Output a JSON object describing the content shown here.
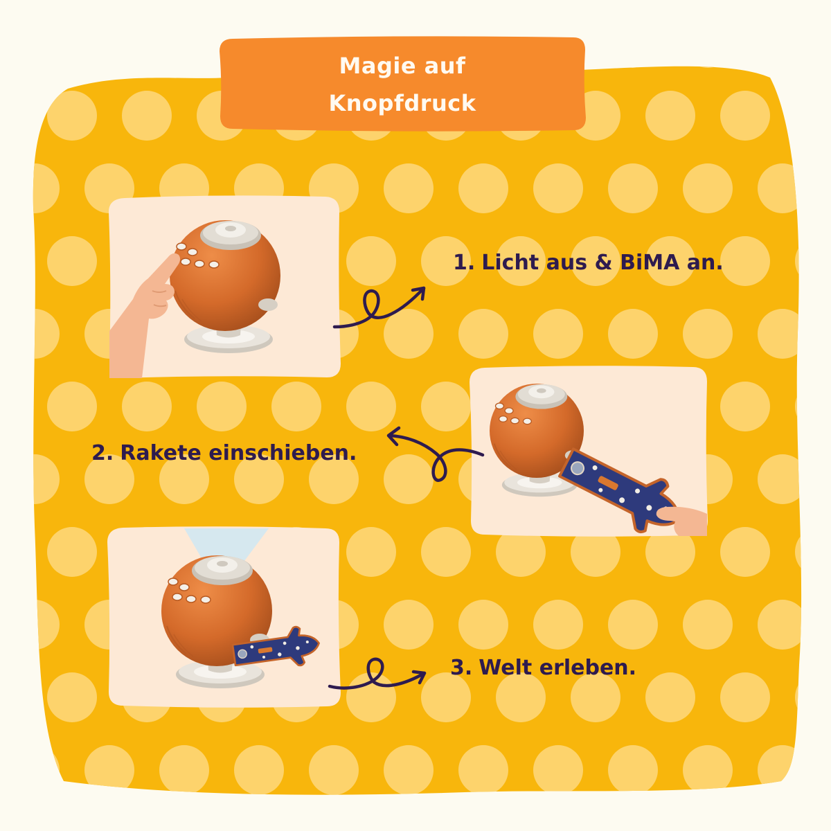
{
  "banner": {
    "line1": "Magie auf",
    "line2": "Knopfdruck"
  },
  "steps": [
    {
      "number": "1.",
      "label": "Licht aus & BiMA an."
    },
    {
      "number": "2.",
      "label": "Rakete einschieben."
    },
    {
      "number": "3.",
      "label": "Welt erleben."
    }
  ],
  "colors": {
    "background": "#fdfbf1",
    "blob": "#f8b60c",
    "dots": "#fdd36c",
    "banner": "#f68a2c",
    "banner_text": "#fffaf1",
    "panel": "#fde9d6",
    "text": "#2e1b4f"
  }
}
